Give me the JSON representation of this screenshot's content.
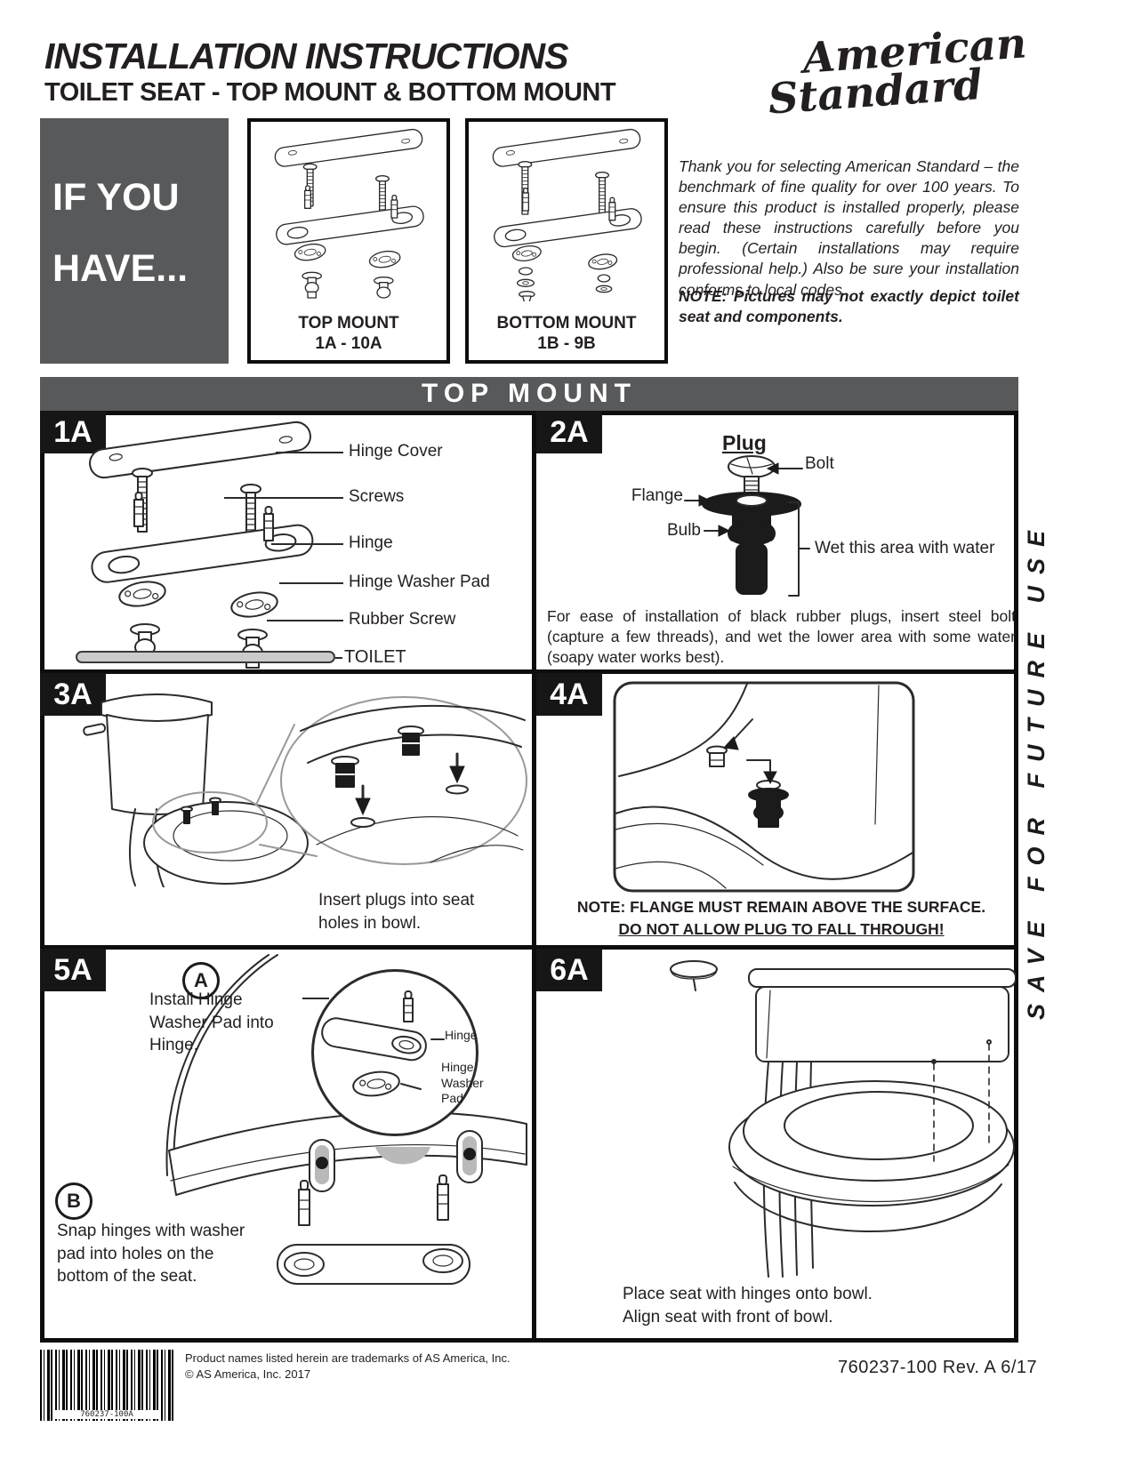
{
  "header": {
    "title_line1": "INSTALLATION INSTRUCTIONS",
    "title_line2": "TOILET SEAT - TOP MOUNT & BOTTOM MOUNT",
    "brand_line1": "American",
    "brand_line2": "Standard"
  },
  "intro": {
    "if_you_have": "IF YOU HAVE...",
    "top_mount_caption_line1": "TOP MOUNT",
    "top_mount_caption_line2": "1A - 10A",
    "bottom_mount_caption_line1": "BOTTOM MOUNT",
    "bottom_mount_caption_line2": "1B - 9B",
    "thank_you": "Thank you for selecting American Standard – the benchmark of fine quality for over 100 years. To ensure this product is installed properly, please read these instructions carefully before you begin. (Certain installations may require professional help.) Also be sure your installation conforms to local codes.",
    "note": "NOTE: Pictures may not exactly depict toilet seat and components."
  },
  "banner": "TOP MOUNT",
  "panel_1a": {
    "id": "1A",
    "label_hinge_cover": "Hinge Cover",
    "label_screws": "Screws",
    "label_hinge": "Hinge",
    "label_hinge_washer_pad": "Hinge Washer Pad",
    "label_rubber_screw": "Rubber Screw",
    "label_toilet": "TOILET"
  },
  "panel_2a": {
    "id": "2A",
    "title": "Plug",
    "label_bolt": "Bolt",
    "label_flange": "Flange",
    "label_bulb": "Bulb",
    "label_wet": "Wet this area with water",
    "body": "For ease of installation of black rubber plugs, insert steel bolt (capture a few threads), and wet the lower area with some water (soapy water works best)."
  },
  "panel_3a": {
    "id": "3A",
    "caption": "Insert plugs into seat holes in bowl."
  },
  "panel_4a": {
    "id": "4A",
    "note_line1": "NOTE: FLANGE MUST REMAIN ABOVE THE SURFACE.",
    "note_line2": "DO NOT ALLOW PLUG TO FALL THROUGH!"
  },
  "panel_5a": {
    "id": "5A",
    "step_a": "A",
    "step_a_text": "Install Hinge Washer Pad into Hinge.",
    "inset_label_hinge": "Hinge",
    "inset_label_pad": "Hinge Washer Pad",
    "step_b": "B",
    "step_b_text": "Snap hinges with washer pad into holes on the bottom of the seat."
  },
  "panel_6a": {
    "id": "6A",
    "caption_line1": "Place seat with hinges onto bowl.",
    "caption_line2": "Align seat with front of bowl."
  },
  "side_note": "SAVE FOR FUTURE USE",
  "footer": {
    "barcode_text": "760237-100A",
    "trademark_line1": "Product names listed herein are trademarks of AS America, Inc.",
    "trademark_line2": "© AS America, Inc. 2017",
    "doc_code": "760237-100 Rev. A 6/17"
  },
  "colors": {
    "dark_gray": "#58595B",
    "ink": "#231F20"
  }
}
